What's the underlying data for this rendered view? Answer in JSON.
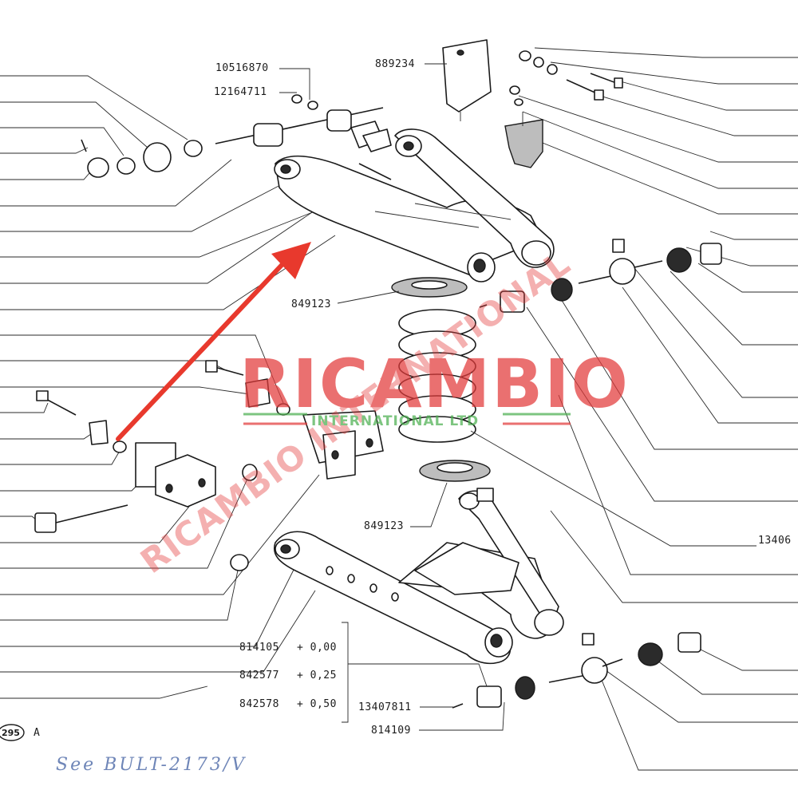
{
  "figure": {
    "page_ref": "295",
    "page_suffix": "A",
    "handwritten_note": "See BULT-2173/V"
  },
  "watermark": {
    "brand": "RICAMBIO",
    "subline": "INTERNATIONAL LTD",
    "diagonal": "RICAMBIO INTERNATIONAL",
    "color": "#e23a3a",
    "subline_color": "#4caf50"
  },
  "callouts": {
    "c10516870": "10516870",
    "c12164711": "12164711",
    "c889234": "889234",
    "c849123_upper": "849123",
    "c849123_lower": "849123",
    "c13406": "13406",
    "c814105": "814105",
    "c842577": "842577",
    "c842578": "842578",
    "c814109": "814109",
    "c13407811": "13407811"
  },
  "size_options": {
    "opt1": "+ 0,00",
    "opt2": "+ 0,25",
    "opt3": "+ 0,50"
  },
  "arrow_color": "#e8392d"
}
